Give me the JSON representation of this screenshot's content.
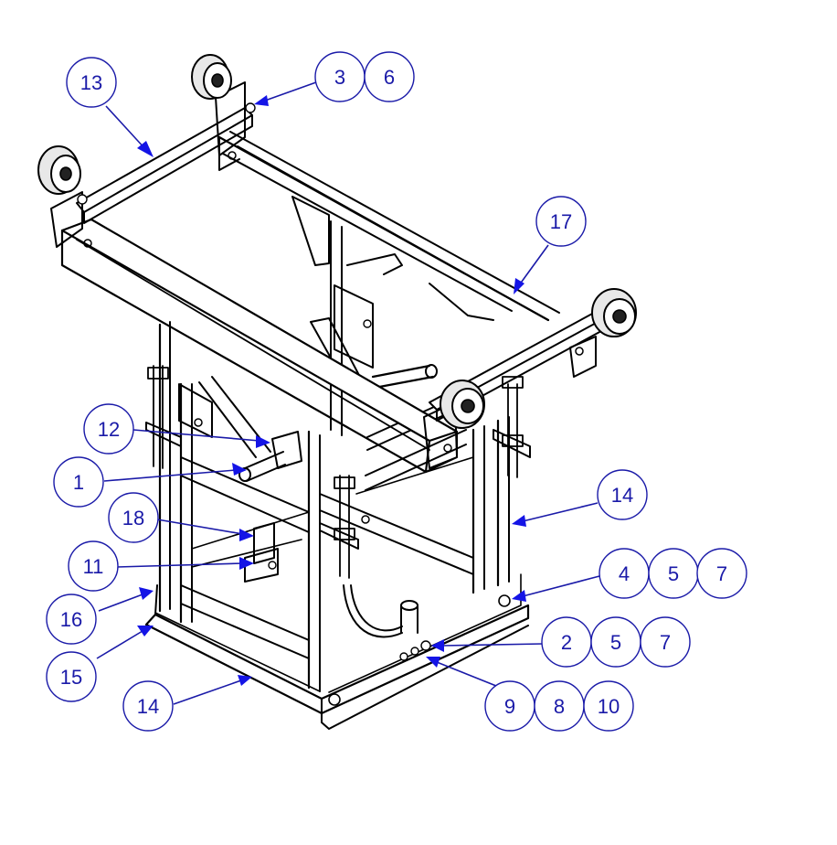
{
  "diagram": {
    "balloons": [
      {
        "id": "b13",
        "label": "13"
      },
      {
        "id": "b3",
        "label": "3"
      },
      {
        "id": "b6",
        "label": "6"
      },
      {
        "id": "b17",
        "label": "17"
      },
      {
        "id": "b12",
        "label": "12"
      },
      {
        "id": "b1",
        "label": "1"
      },
      {
        "id": "b18",
        "label": "18"
      },
      {
        "id": "b11",
        "label": "11"
      },
      {
        "id": "b16",
        "label": "16"
      },
      {
        "id": "b15",
        "label": "15"
      },
      {
        "id": "b14a",
        "label": "14"
      },
      {
        "id": "b14b",
        "label": "14"
      },
      {
        "id": "b4",
        "label": "4"
      },
      {
        "id": "b5a",
        "label": "5"
      },
      {
        "id": "b7a",
        "label": "7"
      },
      {
        "id": "b2",
        "label": "2"
      },
      {
        "id": "b5b",
        "label": "5"
      },
      {
        "id": "b7b",
        "label": "7"
      },
      {
        "id": "b9",
        "label": "9"
      },
      {
        "id": "b8",
        "label": "8"
      },
      {
        "id": "b10",
        "label": "10"
      }
    ],
    "colors": {
      "callout": "#1a1aa8",
      "arrowhead": "#1414e6",
      "linework": "#000000",
      "background": "#ffffff"
    }
  }
}
